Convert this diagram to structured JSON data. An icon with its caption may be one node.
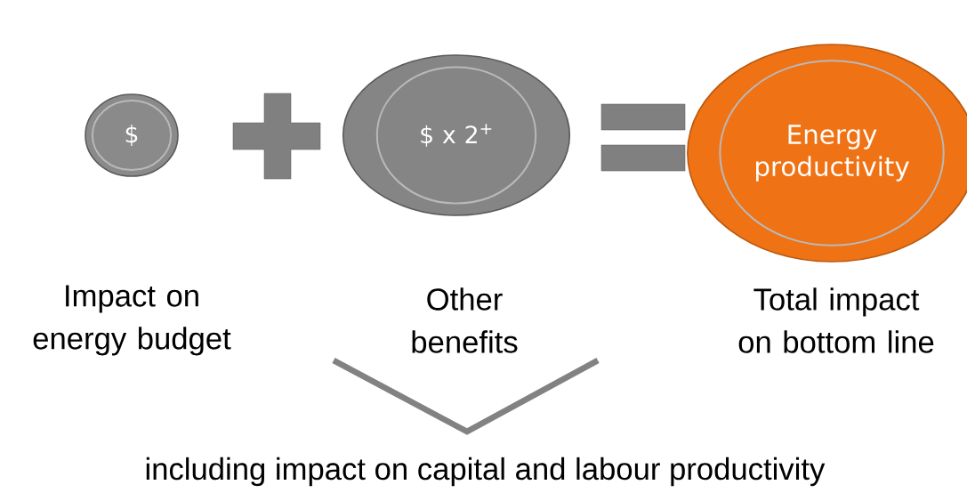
{
  "diagram": {
    "nodes": [
      {
        "text": [
          "$"
        ],
        "beside": [
          "Impact on energy budget"
        ]
      },
      {
        "text": [
          "$ x 2$^{+}$"
        ],
        "beside": [
          "Other benefits"
        ]
      },
      {
        "text": [
          "Energy productivity"
        ],
        "beside": [
          "Total impact on bottom line"
        ]
      }
    ],
    "edges": [],
    "labels": [
      "including impact on capital and labour productivity"
    ]
  }
}
